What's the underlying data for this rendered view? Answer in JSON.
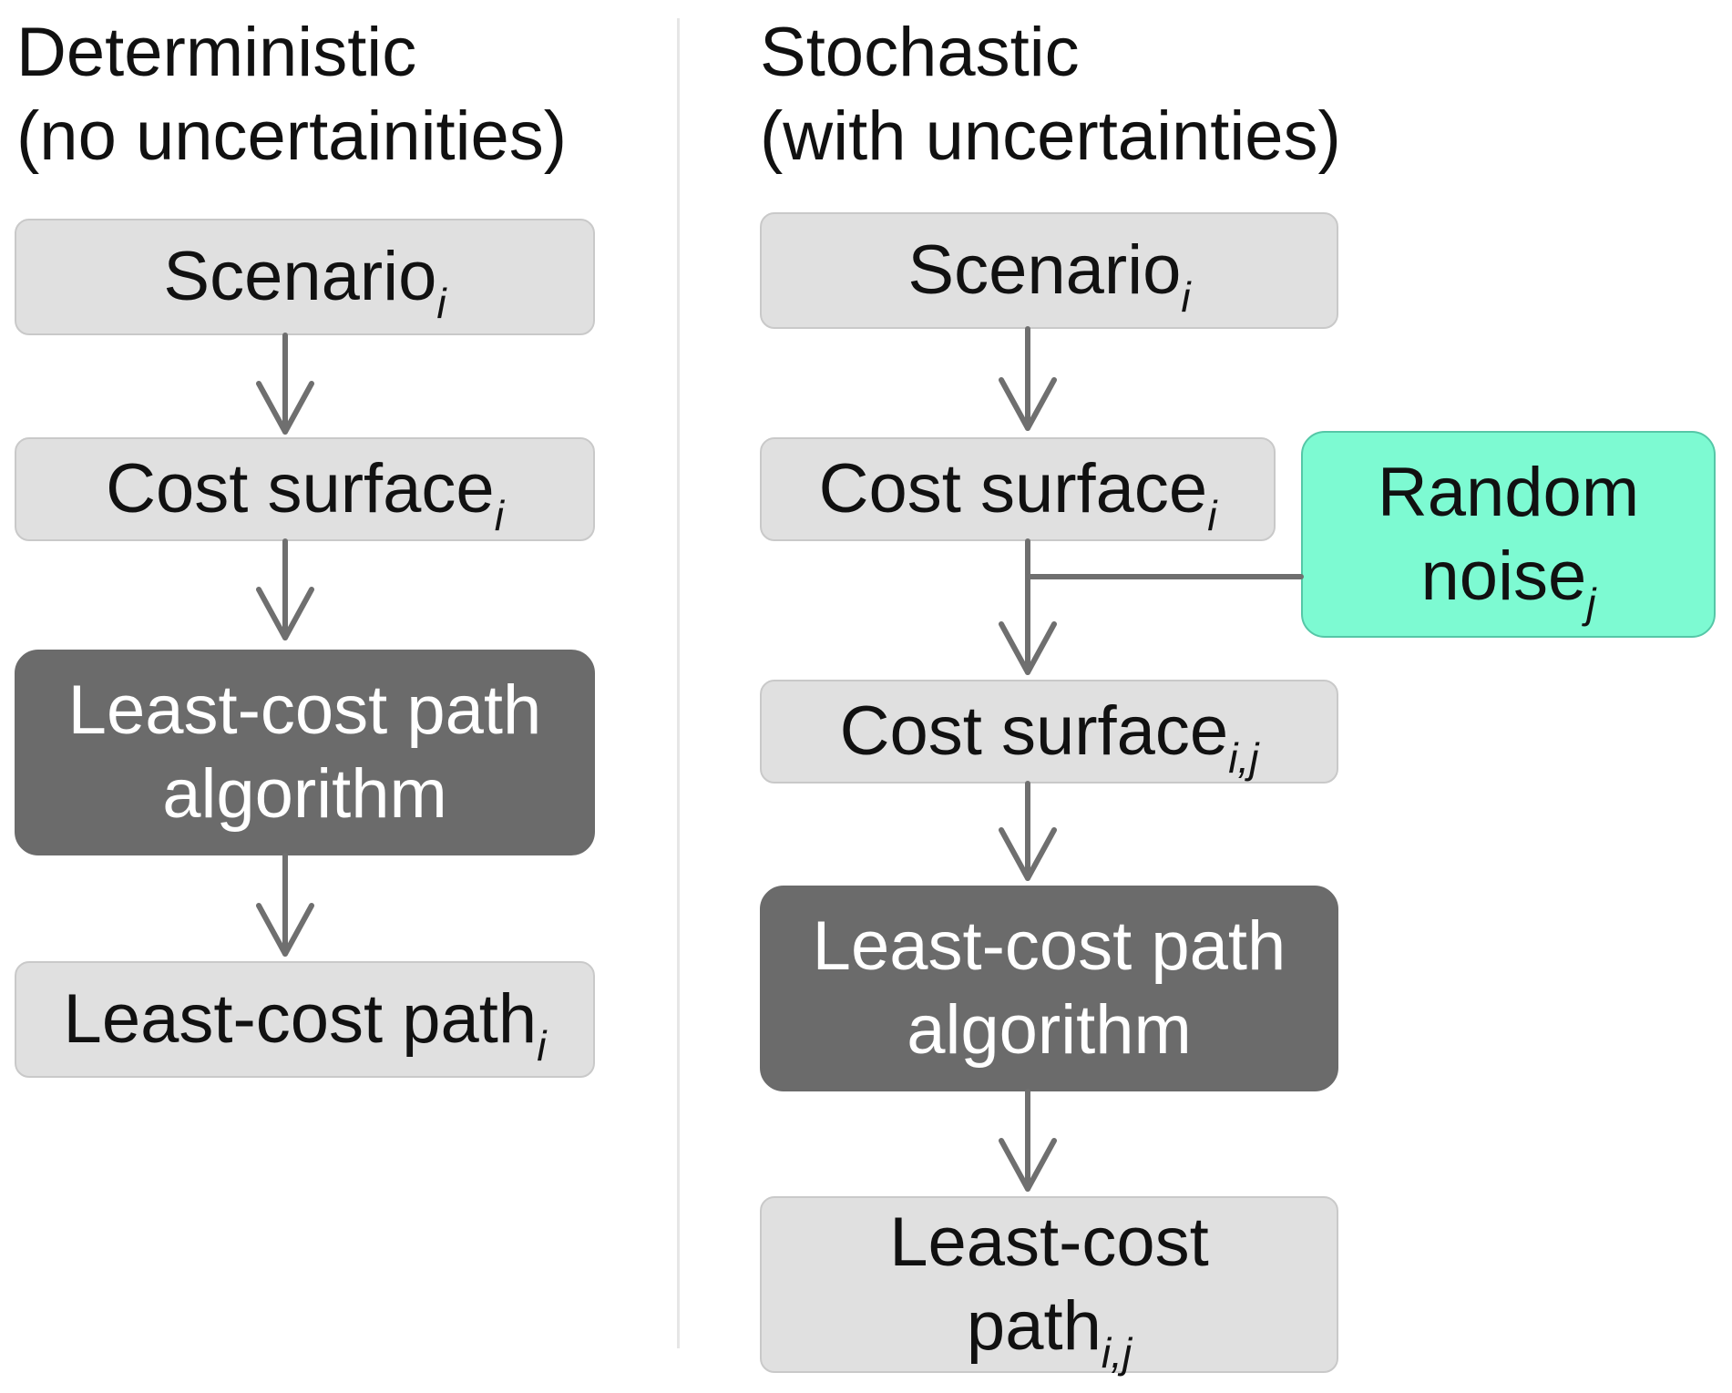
{
  "deterministic": {
    "title_line1": "Deterministic",
    "title_line2": "(no uncertainities)",
    "scenario": {
      "label": "Scenario",
      "sub": "i"
    },
    "cost_surface": {
      "label": "Cost surface",
      "sub": "i"
    },
    "algorithm": {
      "line1": "Least-cost path",
      "line2": "algorithm"
    },
    "path": {
      "label": "Least-cost path",
      "sub": "i"
    }
  },
  "stochastic": {
    "title_line1": "Stochastic",
    "title_line2": "(with uncertainties)",
    "scenario": {
      "label": "Scenario",
      "sub": "i"
    },
    "cost_surface": {
      "label": "Cost surface",
      "sub": "i"
    },
    "noise": {
      "line1": "Random",
      "line2": "noise",
      "sub": "j"
    },
    "cost_surface_ij": {
      "label": "Cost surface",
      "sub": "i,j"
    },
    "algorithm": {
      "line1": "Least-cost path",
      "line2": "algorithm"
    },
    "path": {
      "line1": "Least-cost",
      "line2": "path",
      "sub": "i,j"
    }
  },
  "colors": {
    "light_box": "#e0e0e0",
    "dark_box": "#6b6b6b",
    "noise_box": "#7dfad2",
    "arrow": "#6f6f6f"
  }
}
